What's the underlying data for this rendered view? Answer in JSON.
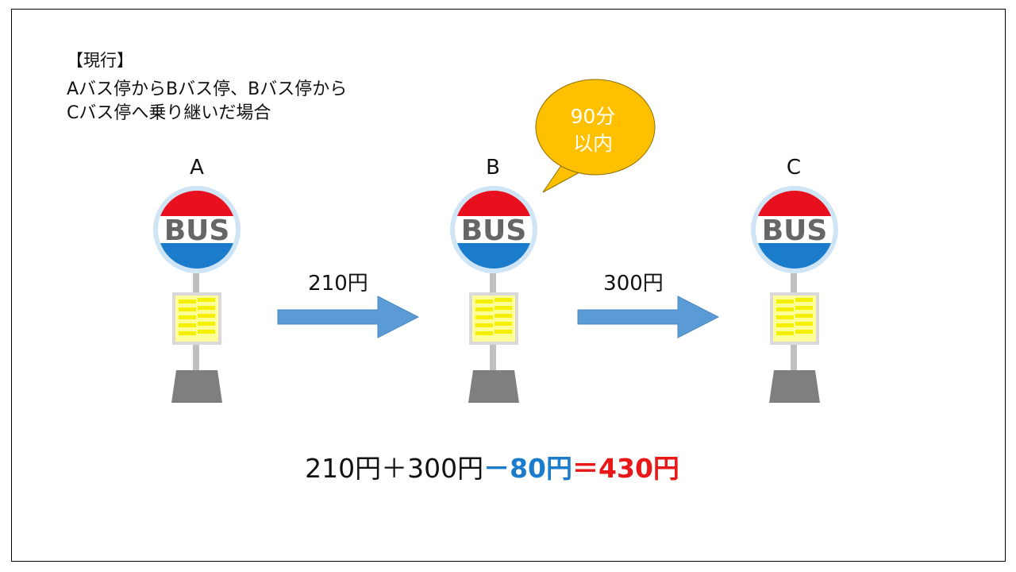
{
  "heading": "【現行】",
  "description": {
    "line1": "Aバス停からBバス停、Bバス停から",
    "line2": "Cバス停へ乗り継いだ場合"
  },
  "stops": [
    {
      "label": "A",
      "sign_text": "BUS"
    },
    {
      "label": "B",
      "sign_text": "BUS"
    },
    {
      "label": "C",
      "sign_text": "BUS"
    }
  ],
  "fares": {
    "a_to_b": "210円",
    "b_to_c": "300円"
  },
  "bubble": {
    "line1": "90分",
    "line2": "以内"
  },
  "formula": {
    "base": "210円＋300円",
    "discount": "－80円",
    "total": "＝430円"
  },
  "colors": {
    "sign_red": "#e8101e",
    "sign_blue": "#1c7ccc",
    "sign_ring": "#cfe5f5",
    "sign_text": "#666666",
    "arrow": "#5b9bd5",
    "bubble": "#ffc000",
    "discount": "#1c7ccc",
    "total": "#e81818",
    "base_gray": "#7f7f7f"
  }
}
